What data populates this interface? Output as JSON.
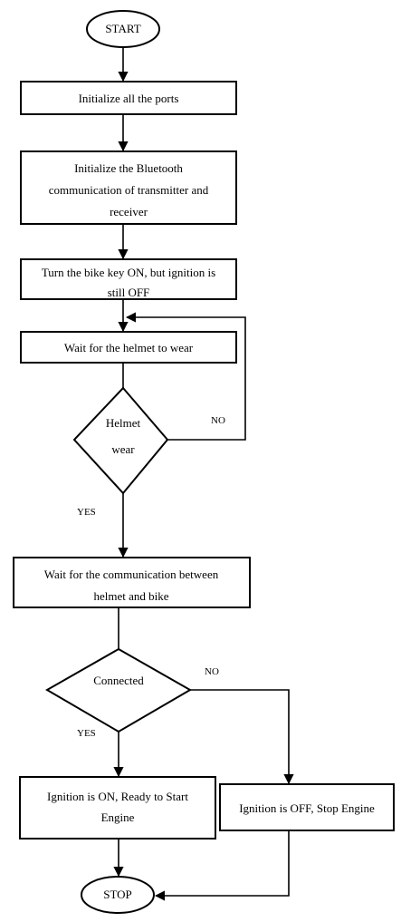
{
  "flowchart": {
    "start": "START",
    "step1": "Initialize all the ports",
    "step2": [
      "Initialize the Bluetooth",
      "communication of transmitter and",
      "receiver"
    ],
    "step3": [
      "Turn the bike key ON, but ignition is",
      "still OFF"
    ],
    "step4": "Wait for the helmet to wear",
    "decision1": [
      "Helmet",
      "wear"
    ],
    "decision1_no": "NO",
    "decision1_yes": "YES",
    "step5": [
      "Wait for the communication between",
      "helmet and bike"
    ],
    "decision2": "Connected",
    "decision2_no": "NO",
    "decision2_yes": "YES",
    "on_box": [
      "Ignition is ON, Ready to Start",
      "Engine"
    ],
    "off_box": "Ignition is OFF, Stop Engine",
    "stop": "STOP"
  }
}
